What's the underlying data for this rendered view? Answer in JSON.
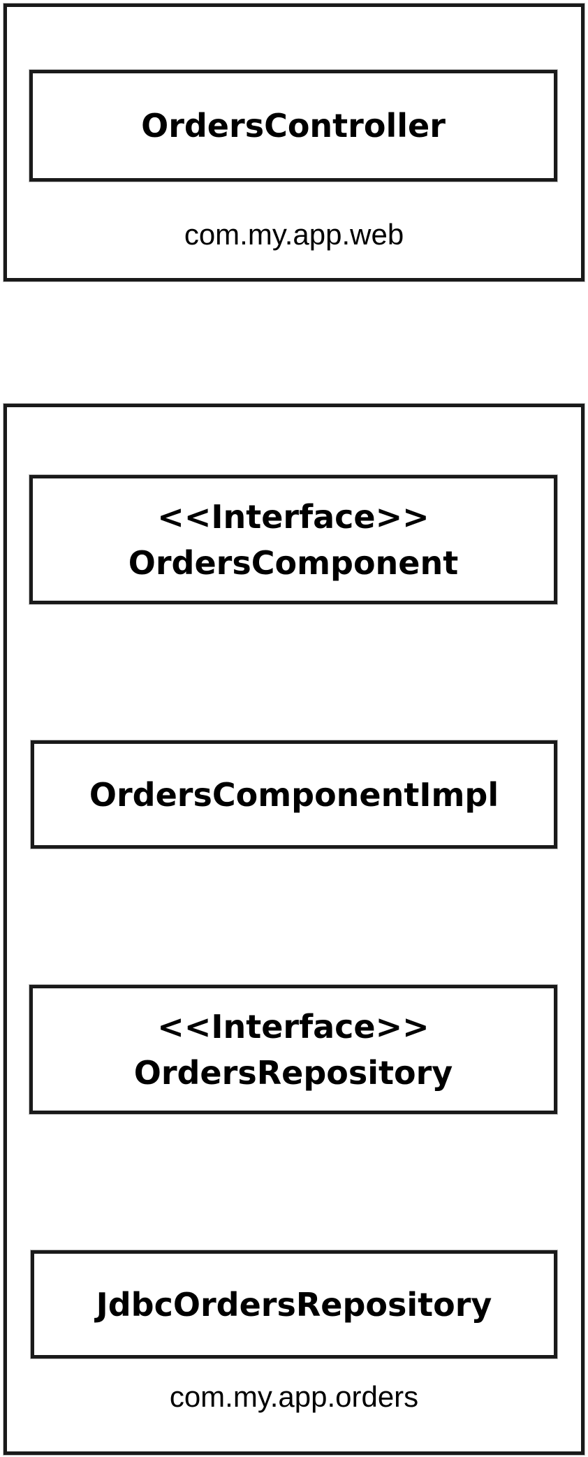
{
  "packages": {
    "web": {
      "name": "com.my.app.web",
      "classes": {
        "orders_controller": {
          "name": "OrdersController"
        }
      }
    },
    "orders": {
      "name": "com.my.app.orders",
      "classes": {
        "orders_component": {
          "stereotype": "<<Interface>>",
          "name": "OrdersComponent"
        },
        "orders_component_impl": {
          "name": "OrdersComponentImpl"
        },
        "orders_repository": {
          "stereotype": "<<Interface>>",
          "name": "OrdersRepository"
        },
        "jdbc_orders_repository": {
          "name": "JdbcOrdersRepository"
        }
      }
    }
  },
  "colors": {
    "border": "#1a1a1a",
    "background": "#ffffff",
    "text": "#000000"
  }
}
